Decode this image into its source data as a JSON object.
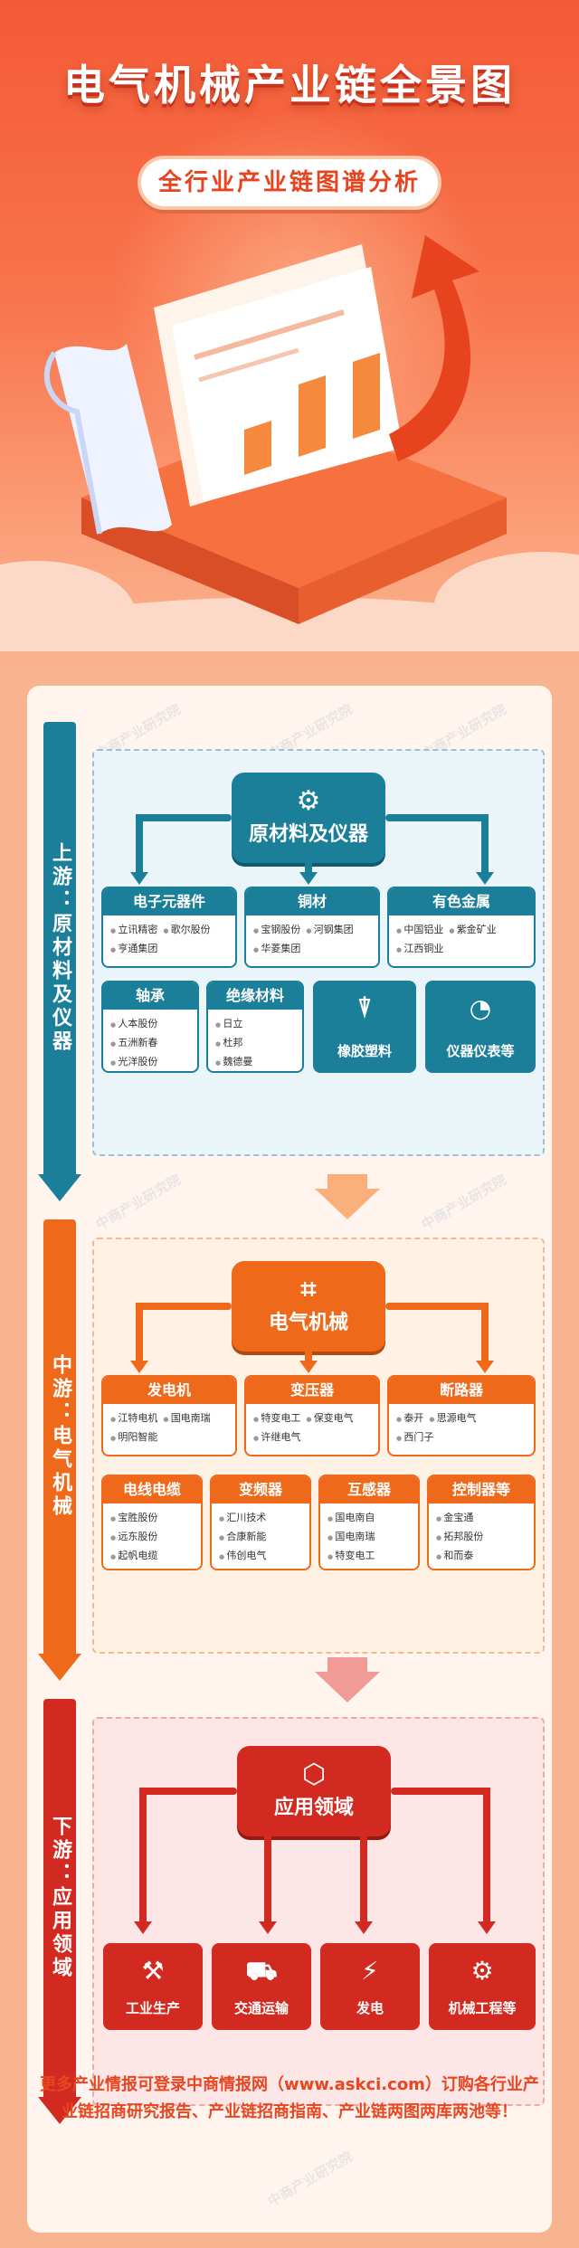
{
  "header": {
    "title": "电气机械产业链全景图",
    "subtitle": "全行业产业链图谱分析"
  },
  "upstream": {
    "side_label": "上游：原材料及仪器",
    "hub_label": "原材料及仪器",
    "boxes": [
      {
        "title": "电子元器件",
        "items": [
          "立讯精密",
          "歌尔股份",
          "亨通集团"
        ]
      },
      {
        "title": "铜材",
        "items": [
          "宝钢股份",
          "河钢集团",
          "华菱集团"
        ]
      },
      {
        "title": "有色金属",
        "items": [
          "中国铝业",
          "紫金矿业",
          "江西铜业"
        ]
      },
      {
        "title": "轴承",
        "items": [
          "人本股份",
          "五洲新春",
          "光洋股份"
        ]
      },
      {
        "title": "绝缘材料",
        "items": [
          "日立",
          "杜邦",
          "魏德曼"
        ]
      }
    ],
    "tiles": [
      "橡胶塑料",
      "仪器仪表等"
    ]
  },
  "midstream": {
    "side_label": "中游：电气机械",
    "hub_label": "电气机械",
    "boxes": [
      {
        "title": "发电机",
        "items": [
          "江特电机",
          "国电南瑞",
          "明阳智能"
        ]
      },
      {
        "title": "变压器",
        "items": [
          "特变电工",
          "保变电气",
          "许继电气"
        ]
      },
      {
        "title": "断路器",
        "items": [
          "泰开",
          "思源电气",
          "西门子"
        ]
      },
      {
        "title": "电线电缆",
        "items": [
          "宝胜股份",
          "远东股份",
          "起帆电缆"
        ]
      },
      {
        "title": "变频器",
        "items": [
          "汇川技术",
          "合康新能",
          "伟创电气"
        ]
      },
      {
        "title": "互感器",
        "items": [
          "国电南自",
          "国电南瑞",
          "特变电工"
        ]
      },
      {
        "title": "控制器等",
        "items": [
          "金宝通",
          "拓邦股份",
          "和而泰"
        ]
      }
    ]
  },
  "downstream": {
    "side_label": "下游：应用领域",
    "hub_label": "应用领域",
    "tiles": [
      "工业生产",
      "交通运输",
      "发电",
      "机械工程等"
    ]
  },
  "watermark": "中商产业研究院",
  "footer": "更多产业情报可登录中商情报网（www.askci.com）订购各行业产业链招商研究报告、产业链招商指南、产业链两图两库两池等！",
  "colors": {
    "upstream": "#1c7f99",
    "midstream": "#ee6a1a",
    "downstream": "#d22a20",
    "accent": "#e8431f"
  }
}
